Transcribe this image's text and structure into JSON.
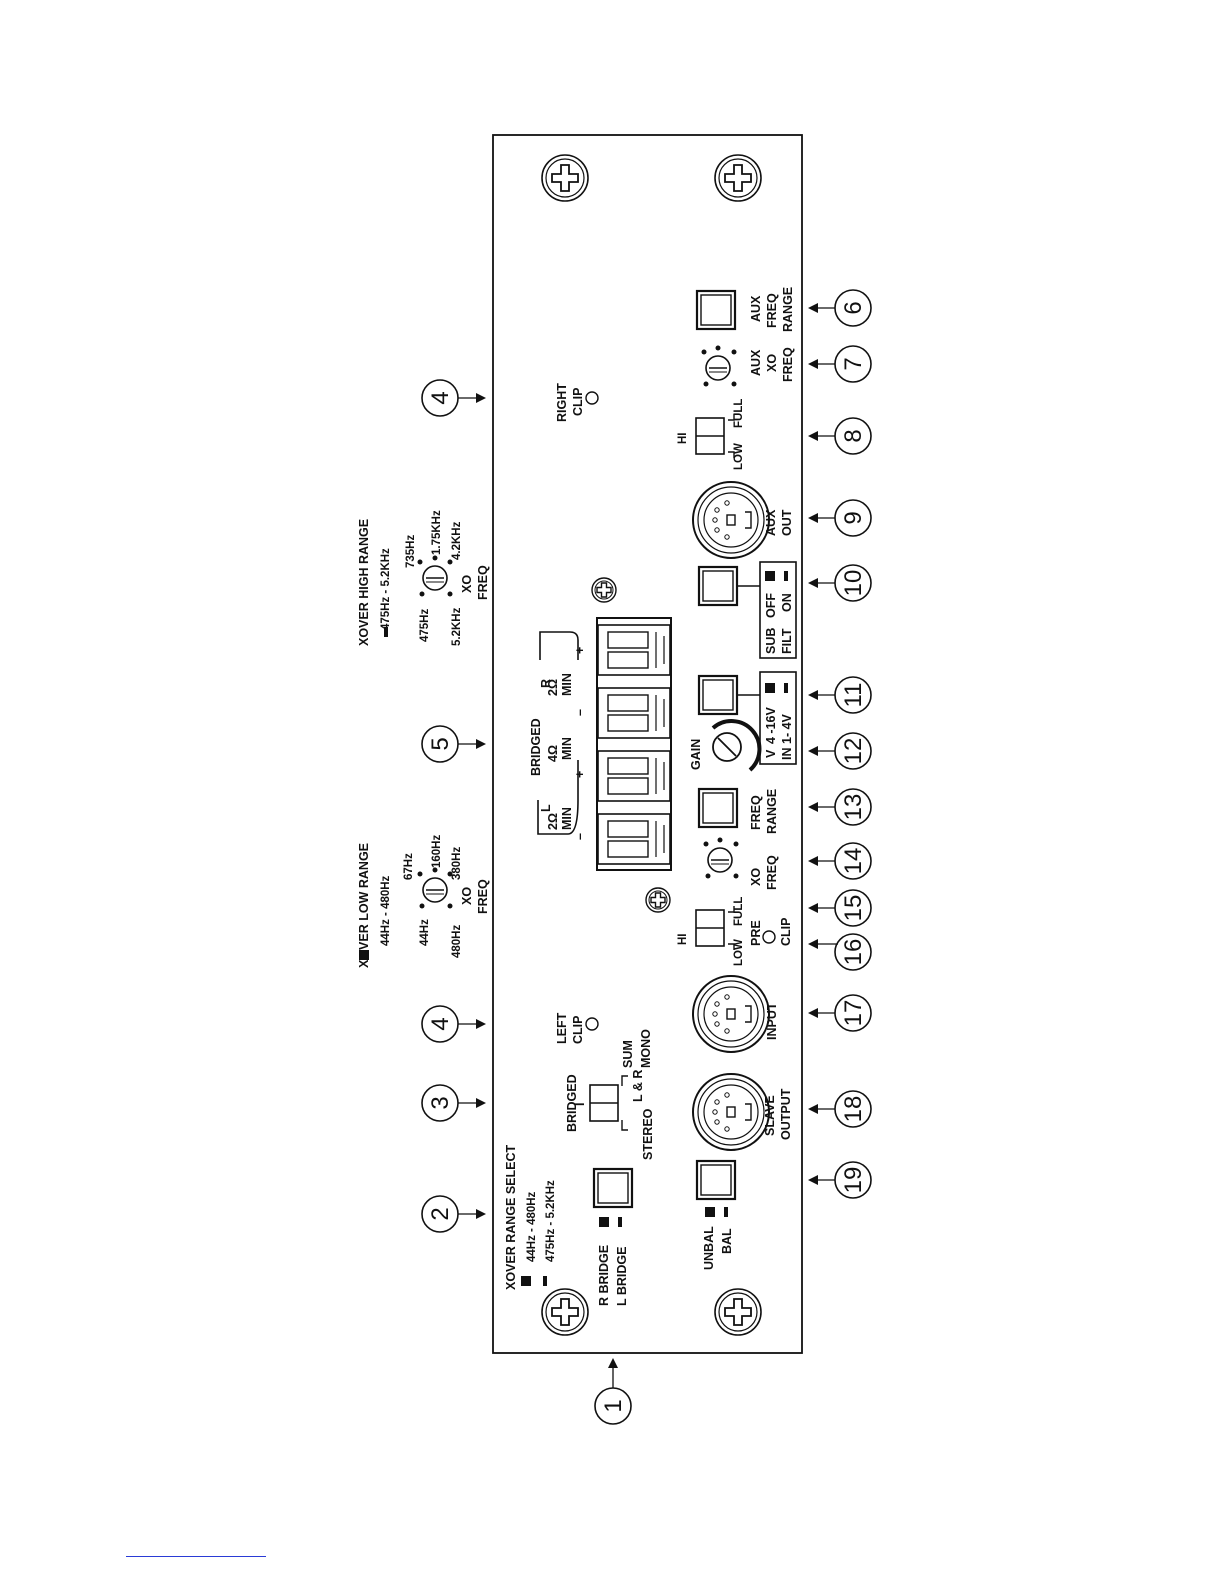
{
  "labels": {
    "xover_range_select": "XOVER RANGE SELECT",
    "range_44_480": "44Hz - 480Hz",
    "range_475_52k": "475Hz - 5.2KHz",
    "r_bridge": "R BRIDGE",
    "l_bridge": "L BRIDGE",
    "bridged": "BRIDGED",
    "l_and_r": "L & R",
    "sum": "SUM",
    "mono": "MONO",
    "stereo": "STEREO",
    "left_clip_1": "LEFT",
    "left_clip_2": "CLIP",
    "right_clip_1": "RIGHT",
    "right_clip_2": "CLIP",
    "xover_low_range": "XOVER LOW RANGE",
    "low_range_value": "44Hz - 480Hz",
    "xover_high_range": "XOVER HIGH RANGE",
    "high_range_value": "475Hz - 5.2KHz",
    "f_44hz": "44Hz",
    "f_67hz": "67Hz",
    "f_160hz": "160Hz",
    "f_380hz": "380Hz",
    "f_480hz": "480Hz",
    "f_475hz": "475Hz",
    "f_735hz": "735Hz",
    "f_175khz": "1.75KHz",
    "f_42khz": "4.2KHz",
    "f_52khz": "5.2KHz",
    "xo": "XO",
    "freq": "FREQ",
    "terminal_l": "L",
    "terminal_r": "R",
    "terminal_bridged": "BRIDGED",
    "two_ohm": "2Ω",
    "four_ohm": "4Ω",
    "min": "MIN",
    "minus": "–",
    "plus": "+",
    "unbal": "UNBAL",
    "bal": "BAL",
    "slave": "SLAVE",
    "output": "OUTPUT",
    "input": "INPUT",
    "hi": "HI",
    "low": "LOW",
    "full": "FULL",
    "pre": "PRE",
    "clip": "CLIP",
    "freq_word": "FREQ",
    "range_word": "RANGE",
    "gain": "GAIN",
    "vin_v": "V",
    "vin_in": "IN",
    "v_4_16": "4 -16V",
    "v_1_4": "1- 4V",
    "sub": "SUB",
    "filt": "FILT",
    "off": "OFF",
    "on": "ON",
    "aux": "AUX",
    "out": "OUT"
  },
  "callouts": [
    "1",
    "2",
    "3",
    "4",
    "4",
    "5",
    "6",
    "7",
    "8",
    "9",
    "10",
    "11",
    "12",
    "13",
    "14",
    "15",
    "16",
    "17",
    "18",
    "19"
  ]
}
